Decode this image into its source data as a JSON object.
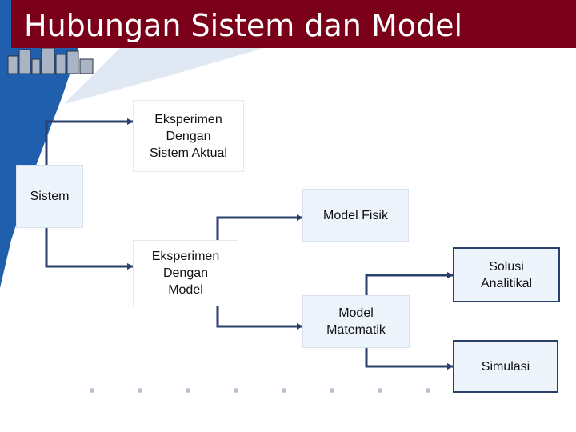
{
  "title": "Hubungan Sistem dan Model",
  "nodes": {
    "sistem": "Sistem",
    "eksperimen_aktual": "Eksperimen\nDengan\nSistem Aktual",
    "eksperimen_model": "Eksperimen\nDengan\nModel",
    "model_fisik": "Model Fisik",
    "model_matematik": "Model\nMatematik",
    "solusi_analitikal": "Solusi\nAnalitikal",
    "simulasi": "Simulasi"
  },
  "colors": {
    "title_bar": "#7a0019",
    "accent_blue": "#1f5fae",
    "connector": "#2a3f6b"
  }
}
